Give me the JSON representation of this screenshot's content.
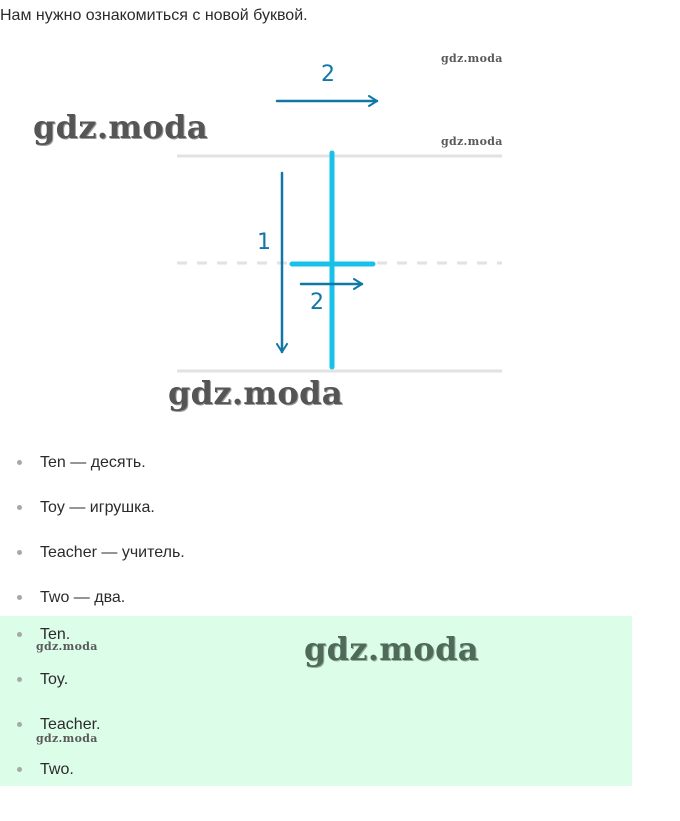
{
  "intro": "Нам нужно ознакомиться с новой буквой.",
  "watermarks": {
    "figure_big_left": "gdz.moda",
    "figure_big_bottom": "gdz.moda",
    "figure_small_top": "gdz.moda",
    "figure_small_mid": "gdz.moda",
    "list_big": "gdz.moda",
    "list_small_1": "gdz.moda",
    "list_small_2": "gdz.moda"
  },
  "diagram": {
    "stroke_1_label": "1",
    "stroke_2_top_label": "2",
    "stroke_2_cross_label": "2",
    "colors": {
      "arrow": "#1177a6",
      "letter": "#18c1ea",
      "guide": "#e2e2e2"
    }
  },
  "words_list": [
    {
      "text": "Ten — десять."
    },
    {
      "text": "Toy — игрушка."
    },
    {
      "text": "Teacher — учитель."
    },
    {
      "text": "Two — два."
    }
  ],
  "answer_list": [
    {
      "text": "Ten."
    },
    {
      "text": "Toy."
    },
    {
      "text": "Teacher."
    },
    {
      "text": "Two."
    }
  ],
  "colors": {
    "answer_background": "#dcfde8"
  }
}
